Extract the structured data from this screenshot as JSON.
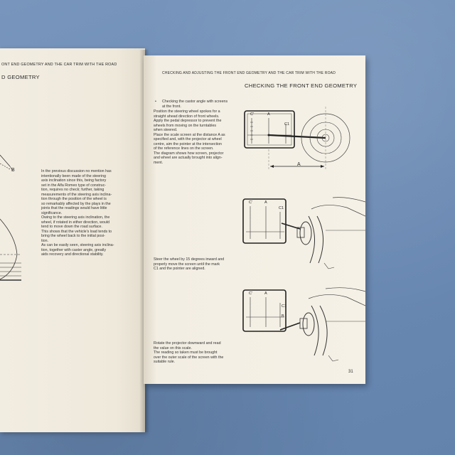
{
  "left_page": {
    "running_header": "ONT END GEOMETRY AND THE CAR TRIM WITH THE ROAD",
    "section_title": "D GEOMETRY",
    "figure_label": "B",
    "body_lines": [
      "In the previous discussion no mention has",
      "intentionally been made of the steering",
      "axis inclination since this, being factory",
      "set in the Alfa Romeo type of construc-",
      "tion, requires no check; further, taking",
      "measurements of the steering axis inclina-",
      "tion through the position of the wheel is",
      "so remarkably affected by the plays in the",
      "joints that the readings would have little",
      "significance.",
      "Owing to the steering axis inclination, the",
      "wheel, if rotated in either direction, would",
      "tend to move down the road surface.",
      "This shows that the vehicle's load tends to",
      "bring the wheel back to the initial posi-",
      "tion.",
      "As can be easily seen, steering axis inclina-",
      "tion, together with caster angle, greatly",
      "aids recovery and directional stability."
    ]
  },
  "right_page": {
    "running_header": "CHECKING AND ADJUSTING THE FRONT END GEOMETRY AND THE CAR TRIM WITH THE ROAD",
    "section_title": "CHECKING THE FRONT END GEOMETRY",
    "bullet": "•",
    "block1_lines": [
      "Checking the castor angle with screens",
      "at the front."
    ],
    "block2_lines": [
      "Position the steering wheel spokes for a",
      "straight ahead direction of front wheels.",
      "Apply the pedal depressor to prevent the",
      "wheels from moving on the turntables",
      "when steered.",
      "Place the scale screen at the distance A as",
      "specified and, with the projector at wheel",
      "centre, aim the pointer at the intersection",
      "of the reference lines on the screen.",
      "The diagram shows how screen, projector",
      "and wheel are actually brought into align-",
      "ment."
    ],
    "block3_lines": [
      "Steer the wheel by 15 degrees inward and",
      "properly move the screen until the mark",
      "C1 and the pointer are aligned."
    ],
    "block4_lines": [
      "Rotate the projector downward and read",
      "the value on this scale.",
      "The reading so taken must be brought",
      "over the outer scale of the screen with the",
      "suitable rule."
    ],
    "diagram_labels": {
      "c_prime": "C'",
      "a": "A",
      "c1": "C1",
      "b": "B",
      "distance": "A"
    },
    "page_number": "31"
  }
}
